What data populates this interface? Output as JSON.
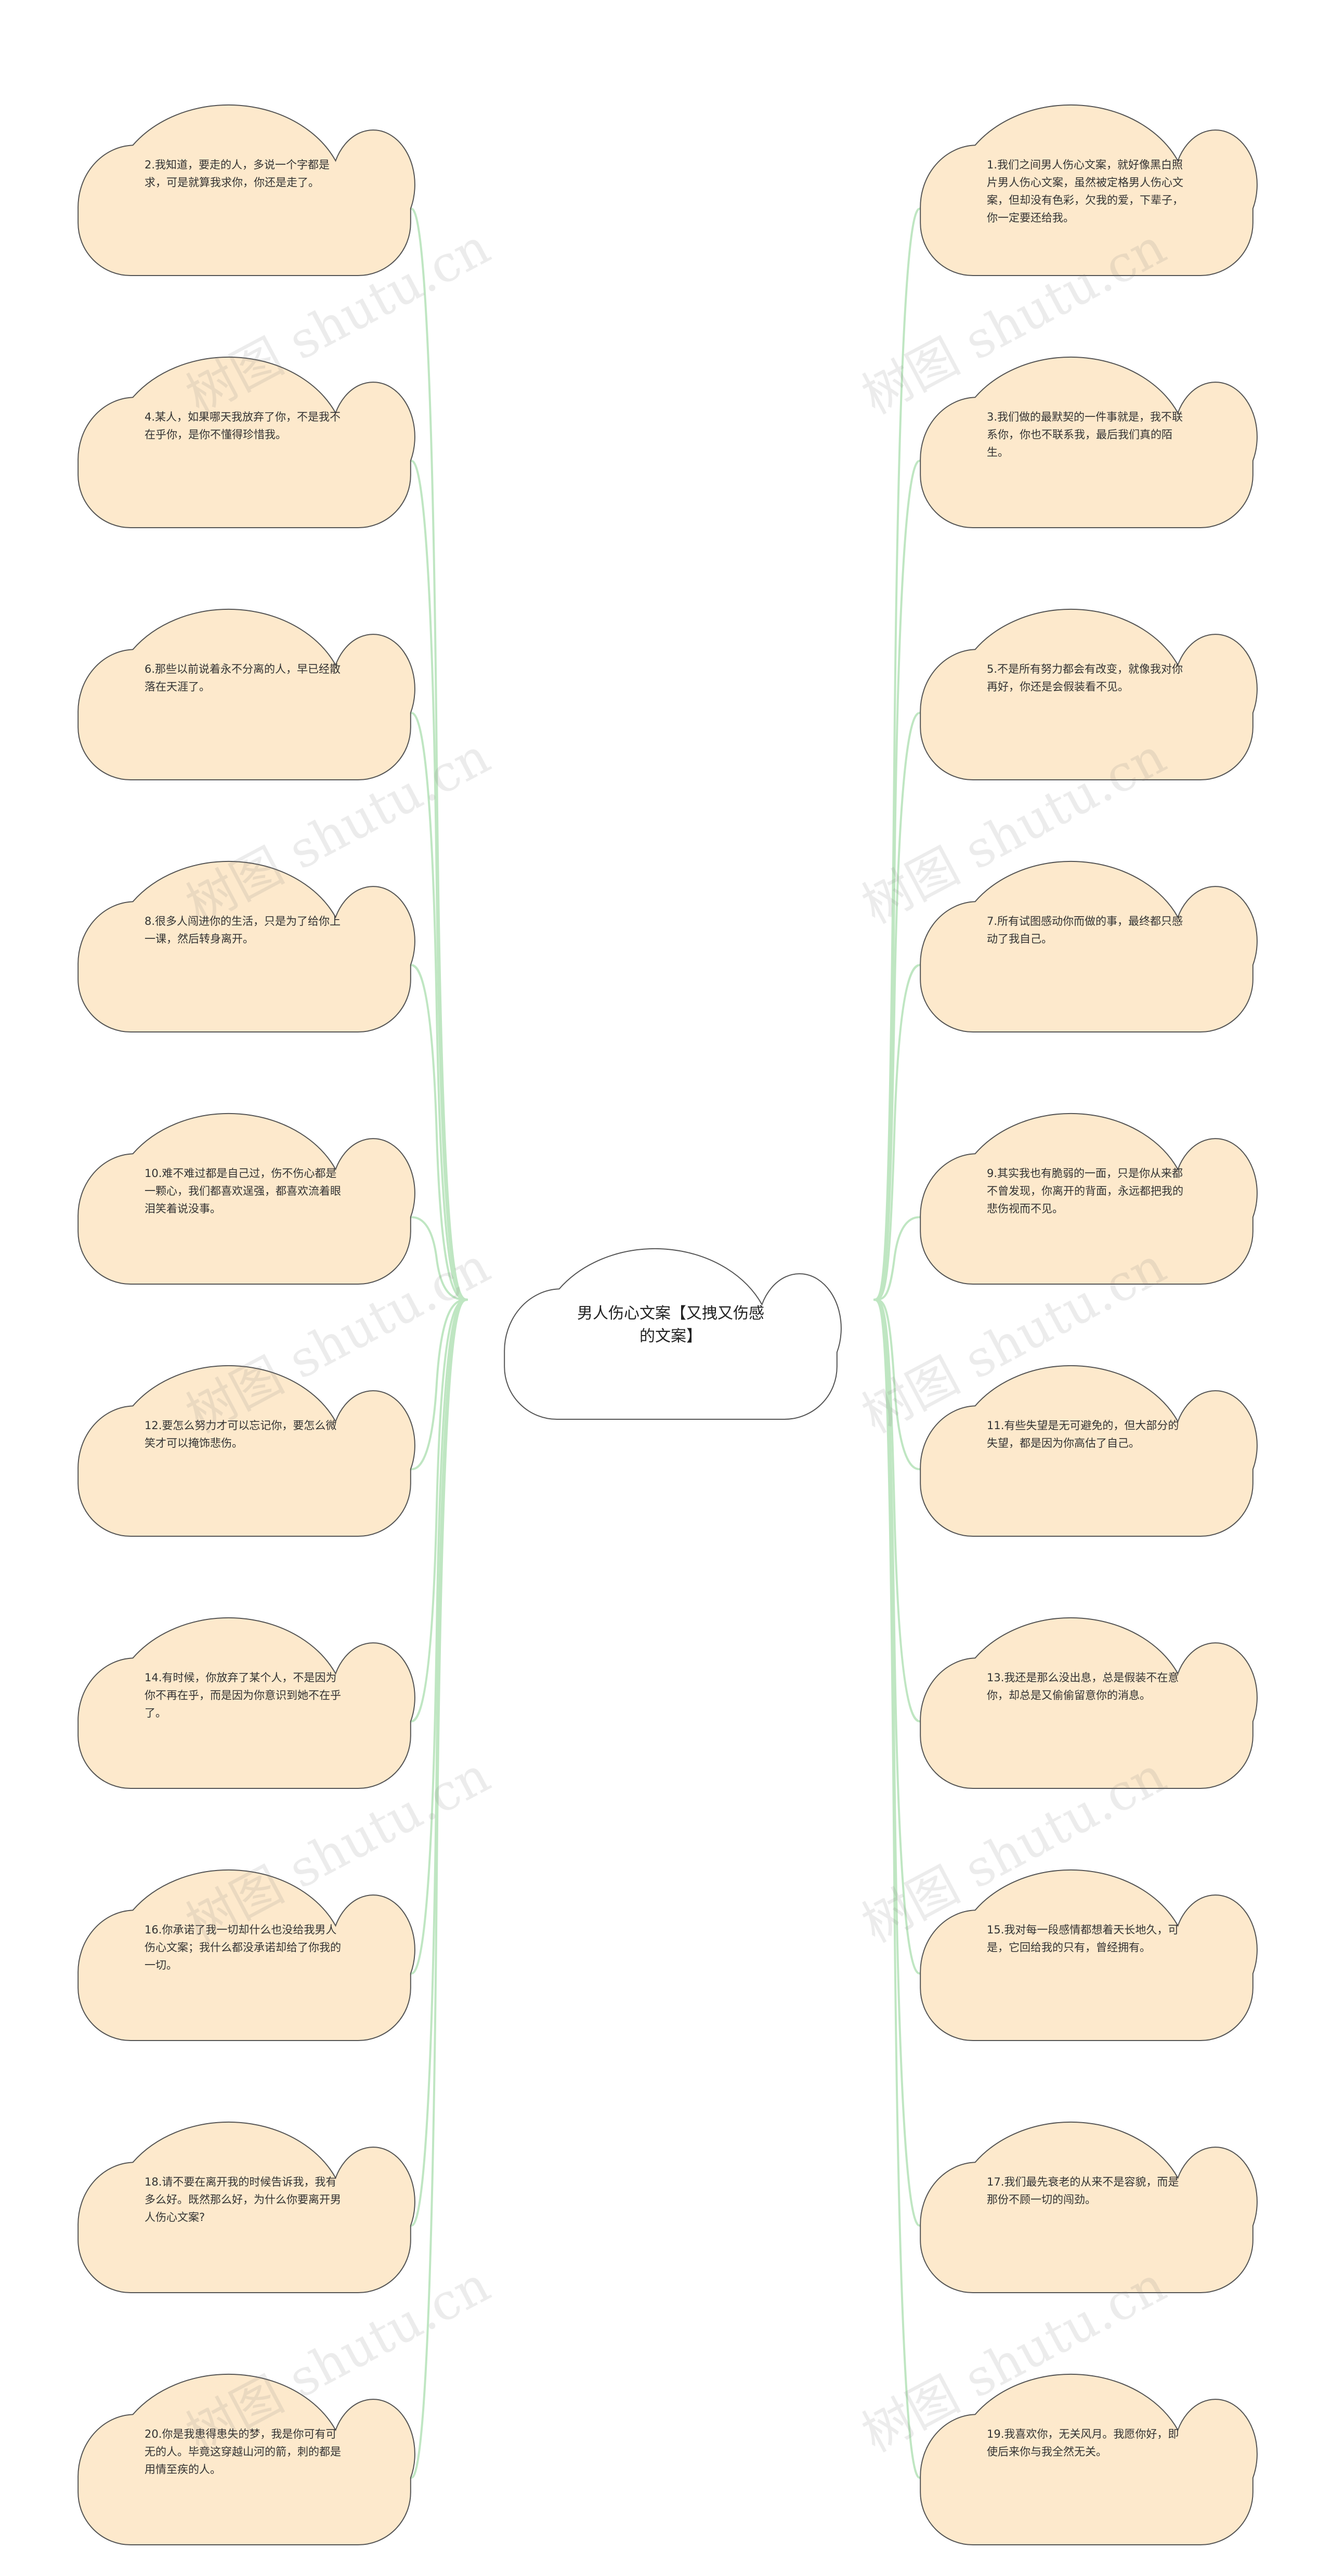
{
  "center": {
    "text": "男人伤心文案【又拽又伤感的文案】"
  },
  "left": [
    "2.我知道，要走的人，多说一个字都是求，可是就算我求你，你还是走了。",
    "4.某人，如果哪天我放弃了你，不是我不在乎你，是你不懂得珍惜我。",
    "6.那些以前说着永不分离的人，早已经散落在天涯了。",
    "8.很多人闯进你的生活，只是为了给你上一课，然后转身离开。",
    "10.难不难过都是自己过，伤不伤心都是一颗心，我们都喜欢逞强，都喜欢流着眼泪笑着说没事。",
    "12.要怎么努力才可以忘记你，要怎么微笑才可以掩饰悲伤。",
    "14.有时候，你放弃了某个人，不是因为你不再在乎，而是因为你意识到她不在乎了。",
    "16.你承诺了我一切却什么也没给我男人伤心文案；我什么都没承诺却给了你我的一切。",
    "18.请不要在离开我的时候告诉我，我有多么好。既然那么好，为什么你要离开男人伤心文案?",
    "20.你是我患得患失的梦，我是你可有可无的人。毕竟这穿越山河的箭，刺的都是用情至疾的人。"
  ],
  "right": [
    "1.我们之间男人伤心文案，就好像黑白照片男人伤心文案，虽然被定格男人伤心文案，但却没有色彩，欠我的爱，下辈子，你一定要还给我。",
    "3.我们做的最默契的一件事就是，我不联系你，你也不联系我，最后我们真的陌生。",
    "5.不是所有努力都会有改变，就像我对你再好，你还是会假装看不见。",
    "7.所有试图感动你而做的事，最终都只感动了我自己。",
    "9.其实我也有脆弱的一面，只是你从来都不曾发现，你离开的背面，永远都把我的悲伤视而不见。",
    "11.有些失望是无可避免的，但大部分的失望，都是因为你高估了自己。",
    "13.我还是那么没出息，总是假装不在意你，却总是又偷偷留意你的消息。",
    "15.我对每一段感情都想着天长地久，可是，它回给我的只有，曾经拥有。",
    "17.我们最先衰老的从来不是容貌，而是那份不顾一切的闯劲。",
    "19.我喜欢你，无关风月。我愿你好，即使后来你与我全然无关。"
  ],
  "watermark": "树图 shutu.cn",
  "colors": {
    "cloud_fill": "#fde9cc",
    "cloud_stroke": "#555555",
    "link": "#bfe6c2",
    "center_fill": "#ffffff"
  }
}
